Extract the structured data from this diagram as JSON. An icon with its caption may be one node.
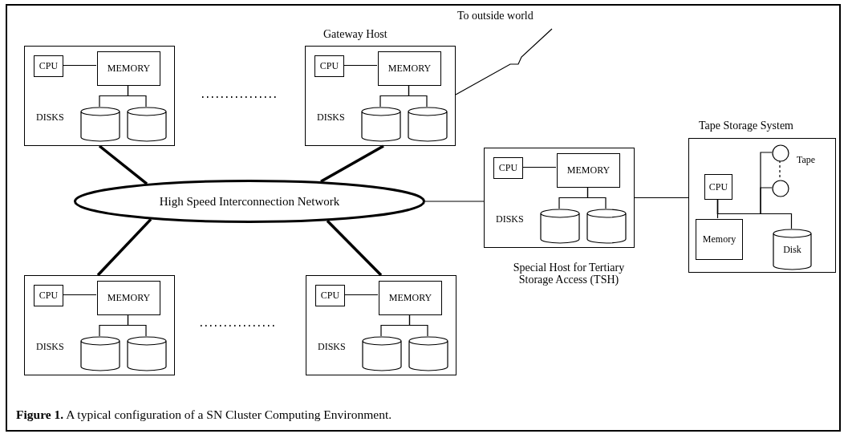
{
  "diagram": {
    "caption": "**Figure 1.** A typical configuration of a SN Cluster Computing Environment.",
    "nodes": [
      {
        "text": [
          "DISKS"
        ]
      },
      {
        "text": [
          "CPU"
        ],
        "in": 0
      },
      {
        "text": [
          "MEMORY"
        ],
        "in": 0
      },
      {
        "text": [],
        "shape": "cylinder",
        "in": 0
      },
      {
        "text": [],
        "shape": "cylinder",
        "in": 0
      },
      {
        "text": [
          "Gateway Host",
          "DISKS"
        ]
      },
      {
        "text": [
          "CPU"
        ],
        "in": 5
      },
      {
        "text": [
          "MEMORY"
        ],
        "in": 5
      },
      {
        "text": [],
        "shape": "cylinder",
        "in": 5
      },
      {
        "text": [],
        "shape": "cylinder",
        "in": 5
      },
      {
        "text": [
          "To outside world"
        ]
      },
      {
        "text": [
          "Tape Storage System"
        ]
      },
      {
        "text": [
          "CPU"
        ],
        "in": 11
      },
      {
        "text": [
          "Memory"
        ],
        "in": 11
      },
      {
        "text": [],
        "shape": "circle",
        "in": 11,
        "beside": [
          "Tape"
        ]
      },
      {
        "text": [],
        "shape": "circle",
        "in": 11
      },
      {
        "text": [
          "Disk"
        ],
        "in": 11
      },
      {
        "text": [
          "High Speed Interconnection Network"
        ]
      },
      {
        "text": [
          "DISKS",
          "Special Host for Tertiary Storage Access (TSH)"
        ]
      },
      {
        "text": [
          "CPU"
        ],
        "in": 18
      },
      {
        "text": [
          "MEMORY"
        ],
        "in": 18
      },
      {
        "text": [],
        "shape": "cylinder",
        "in": 18
      },
      {
        "text": [],
        "shape": "cylinder",
        "in": 18
      },
      {
        "text": [
          "DISKS"
        ]
      },
      {
        "text": [
          "CPU"
        ],
        "in": 23
      },
      {
        "text": [
          "MEMORY"
        ],
        "in": 23
      },
      {
        "text": [],
        "shape": "cylinder",
        "in": 23
      },
      {
        "text": [],
        "shape": "cylinder",
        "in": 23
      },
      {
        "text": [
          "DISKS"
        ]
      },
      {
        "text": [
          "CPU"
        ],
        "in": 28
      },
      {
        "text": [
          "MEMORY"
        ],
        "in": 28
      },
      {
        "text": [],
        "shape": "cylinder",
        "in": 28
      },
      {
        "text": [],
        "shape": "cylinder",
        "in": 28
      }
    ],
    "edges": [
      {
        "from": 1,
        "to": 2,
        "arrow": "none"
      },
      {
        "from": 2,
        "to": 3,
        "arrow": "none"
      },
      {
        "from": 2,
        "to": 4,
        "arrow": "none"
      },
      {
        "from": 6,
        "to": 7,
        "arrow": "none"
      },
      {
        "from": 7,
        "to": 8,
        "arrow": "none"
      },
      {
        "from": 7,
        "to": 9,
        "arrow": "none"
      },
      {
        "from": 5,
        "to": 10,
        "arrow": "none"
      },
      {
        "from": 12,
        "to": 13,
        "arrow": "none"
      },
      {
        "from": 12,
        "to": 16,
        "arrow": "none"
      },
      {
        "from": 12,
        "to": 14,
        "arrow": "none"
      },
      {
        "from": 12,
        "to": 15,
        "arrow": "none"
      },
      {
        "from": 14,
        "to": 15,
        "arrow": "none",
        "style": "dashed"
      },
      {
        "from": 0,
        "to": 17,
        "arrow": "none",
        "style": "thick"
      },
      {
        "from": 5,
        "to": 17,
        "arrow": "none",
        "style": "thick"
      },
      {
        "from": 17,
        "to": 18,
        "arrow": "none"
      },
      {
        "from": 18,
        "to": 11,
        "arrow": "none"
      },
      {
        "from": 19,
        "to": 20,
        "arrow": "none"
      },
      {
        "from": 20,
        "to": 21,
        "arrow": "none"
      },
      {
        "from": 20,
        "to": 22,
        "arrow": "none"
      },
      {
        "from": 23,
        "to": 17,
        "arrow": "none",
        "style": "thick"
      },
      {
        "from": 28,
        "to": 17,
        "arrow": "none",
        "style": "thick"
      },
      {
        "from": 24,
        "to": 25,
        "arrow": "none"
      },
      {
        "from": 25,
        "to": 26,
        "arrow": "none"
      },
      {
        "from": 25,
        "to": 27,
        "arrow": "none"
      },
      {
        "from": 29,
        "to": 30,
        "arrow": "none"
      },
      {
        "from": 30,
        "to": 31,
        "arrow": "none"
      },
      {
        "from": 30,
        "to": 32,
        "arrow": "none"
      }
    ]
  }
}
